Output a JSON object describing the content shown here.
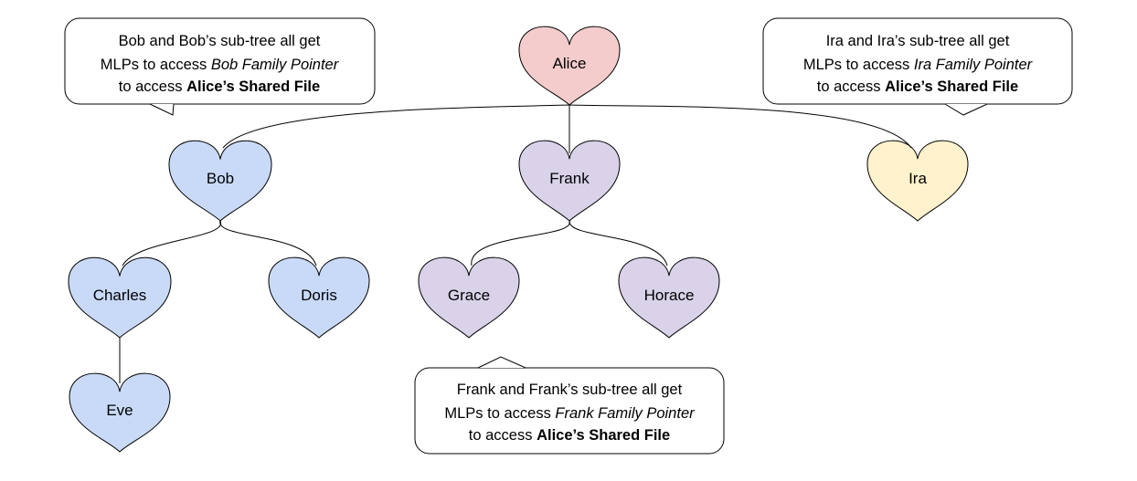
{
  "nodes": [
    {
      "id": "alice",
      "label": "Alice",
      "fill": "#f4cccc"
    },
    {
      "id": "bob",
      "label": "Bob",
      "fill": "#c9daf8"
    },
    {
      "id": "frank",
      "label": "Frank",
      "fill": "#d9d2e9"
    },
    {
      "id": "ira",
      "label": "Ira",
      "fill": "#fff2cc"
    },
    {
      "id": "charles",
      "label": "Charles",
      "fill": "#c9daf8"
    },
    {
      "id": "doris",
      "label": "Doris",
      "fill": "#c9daf8"
    },
    {
      "id": "grace",
      "label": "Grace",
      "fill": "#d9d2e9"
    },
    {
      "id": "horace",
      "label": "Horace",
      "fill": "#d9d2e9"
    },
    {
      "id": "eve",
      "label": "Eve",
      "fill": "#c9daf8"
    }
  ],
  "edges": [
    {
      "from": "alice",
      "to": "bob"
    },
    {
      "from": "alice",
      "to": "frank"
    },
    {
      "from": "alice",
      "to": "ira"
    },
    {
      "from": "bob",
      "to": "charles"
    },
    {
      "from": "bob",
      "to": "doris"
    },
    {
      "from": "frank",
      "to": "grace"
    },
    {
      "from": "frank",
      "to": "horace"
    },
    {
      "from": "charles",
      "to": "eve"
    }
  ],
  "callouts": [
    {
      "id": "bob",
      "lines": [
        [
          {
            "t": "Bob and Bob’s sub-tree all get"
          }
        ],
        [
          {
            "t": "MLPs to access "
          },
          {
            "t": "Bob Family Pointer",
            "s": "italic"
          }
        ],
        [
          {
            "t": "to access "
          },
          {
            "t": "Alice’s Shared File",
            "s": "bold"
          }
        ]
      ]
    },
    {
      "id": "ira",
      "lines": [
        [
          {
            "t": "Ira and Ira’s sub-tree all get"
          }
        ],
        [
          {
            "t": "MLPs to access "
          },
          {
            "t": "Ira Family Pointer",
            "s": "italic"
          }
        ],
        [
          {
            "t": "to access "
          },
          {
            "t": "Alice’s Shared File",
            "s": "bold"
          }
        ]
      ]
    },
    {
      "id": "frank",
      "lines": [
        [
          {
            "t": "Frank and Frank’s sub-tree all get"
          }
        ],
        [
          {
            "t": "MLPs to access "
          },
          {
            "t": "Frank Family Pointer",
            "s": "italic"
          }
        ],
        [
          {
            "t": "to access "
          },
          {
            "t": "Alice’s Shared File",
            "s": "bold"
          }
        ]
      ]
    }
  ]
}
